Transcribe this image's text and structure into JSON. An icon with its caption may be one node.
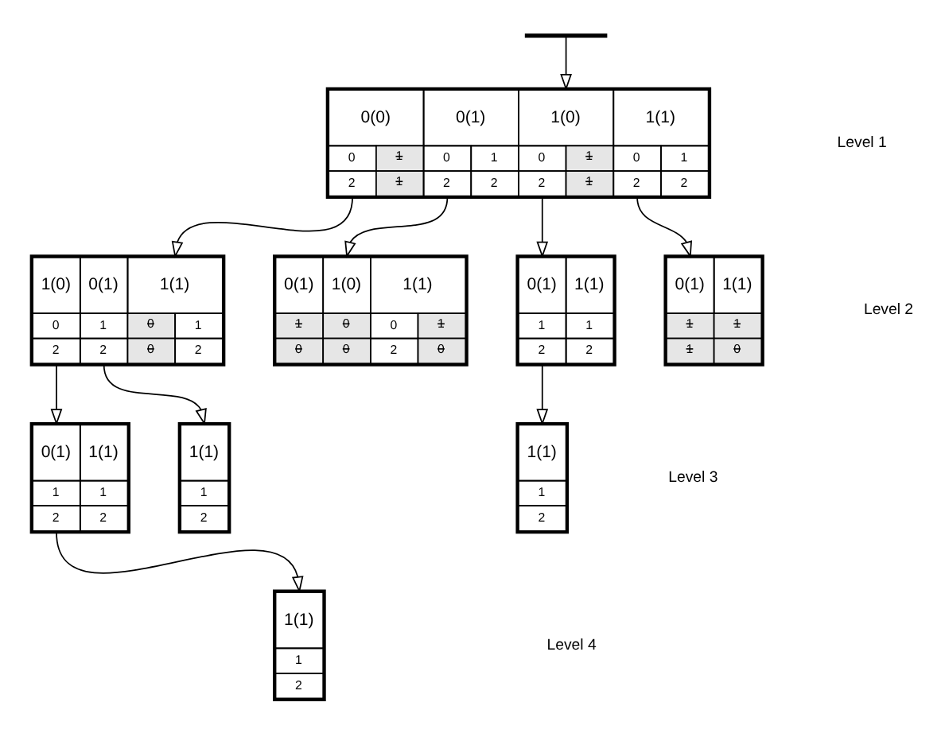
{
  "diagram": {
    "nodes": [
      {
        "text": [
          "0(0)",
          "0(1)",
          "1(0)",
          "1(1)",
          "0",
          "1",
          "0",
          "1",
          "0",
          "1",
          "0",
          "1",
          "2",
          "1",
          "2",
          "2",
          "2",
          "1",
          "2",
          "2"
        ]
      },
      {
        "text": [
          "1(0)",
          "0(1)",
          "1(1)",
          "0",
          "1",
          "0",
          "1",
          "2",
          "2",
          "0",
          "2"
        ]
      },
      {
        "text": [
          "0(1)",
          "1(0)",
          "1(1)",
          "1",
          "0",
          "0",
          "1",
          "0",
          "0",
          "2",
          "0"
        ]
      },
      {
        "text": [
          "0(1)",
          "1(1)",
          "1",
          "1",
          "2",
          "2"
        ]
      },
      {
        "text": [
          "0(1)",
          "1(1)",
          "1",
          "1",
          "1",
          "0"
        ]
      },
      {
        "text": [
          "0(1)",
          "1(1)",
          "1",
          "1",
          "2",
          "2"
        ]
      },
      {
        "text": [
          "1(1)",
          "1",
          "2"
        ]
      },
      {
        "text": [
          "1(1)",
          "1",
          "2"
        ]
      },
      {
        "text": [
          "1(1)",
          "1",
          "2"
        ]
      }
    ],
    "edges": [
      {
        "from": null,
        "to": 0,
        "arrow": "to"
      },
      {
        "from": 0,
        "to": 1,
        "arrow": "to"
      },
      {
        "from": 0,
        "to": 2,
        "arrow": "to"
      },
      {
        "from": 0,
        "to": 3,
        "arrow": "to"
      },
      {
        "from": 0,
        "to": 4,
        "arrow": "to"
      },
      {
        "from": 1,
        "to": 5,
        "arrow": "to"
      },
      {
        "from": 1,
        "to": 6,
        "arrow": "to"
      },
      {
        "from": 3,
        "to": 7,
        "arrow": "to"
      },
      {
        "from": 5,
        "to": 8,
        "arrow": "to"
      }
    ],
    "labels": [
      "Level 1",
      "Level 2",
      "Level 3",
      "Level 4"
    ]
  }
}
